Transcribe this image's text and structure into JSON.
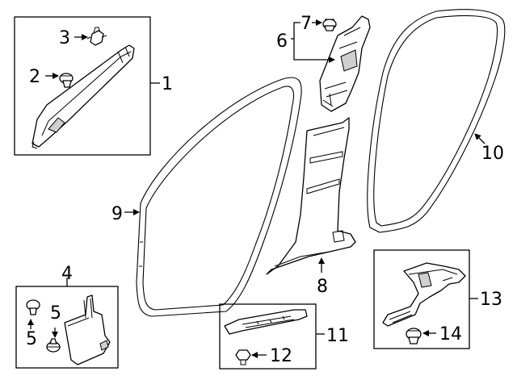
{
  "callouts": {
    "c1": "1",
    "c2": "2",
    "c3": "3",
    "c4": "4",
    "c5a": "5",
    "c5b": "5",
    "c6": "6",
    "c7": "7",
    "c8": "8",
    "c9": "9",
    "c10": "10",
    "c11": "11",
    "c12": "12",
    "c13": "13",
    "c14": "14"
  },
  "colors": {
    "ink": "#000000",
    "background": "#ffffff",
    "shade": "#cfcfcf"
  }
}
